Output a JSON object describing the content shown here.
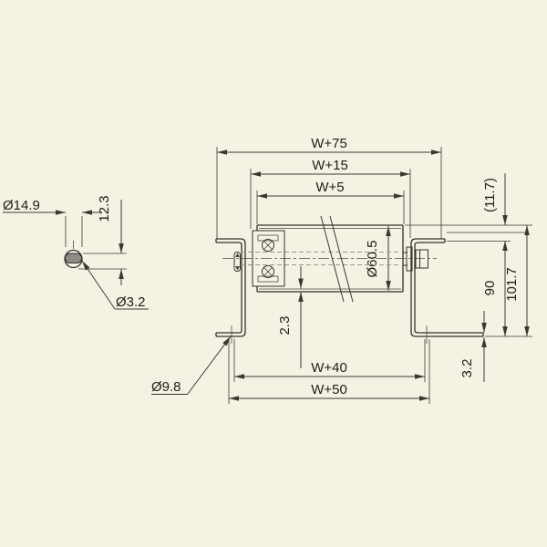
{
  "title": "roller-unit-dimension-drawing",
  "colors": {
    "background": "#f6f2e3",
    "line": "#33312e",
    "pin_fill": "#8d8b85"
  },
  "main_view": {
    "top_dimensions": [
      "W+75",
      "W+15",
      "W+5"
    ],
    "bottom_dimensions": [
      "W+40",
      "W+50"
    ],
    "roller_diameter": "Ø60.5",
    "tube_wall_thickness": "2.3",
    "roller_top_to_frame_top": "(11.7)",
    "frame_inner_height": "90",
    "overall_height": "101.7",
    "frame_thickness": "3.2",
    "mounting_hole_diameter": "Ø9.8"
  },
  "detail_view": {
    "spring_diameter": "Ø14.9",
    "height": "12.3",
    "pin_diameter": "Ø3.2"
  }
}
